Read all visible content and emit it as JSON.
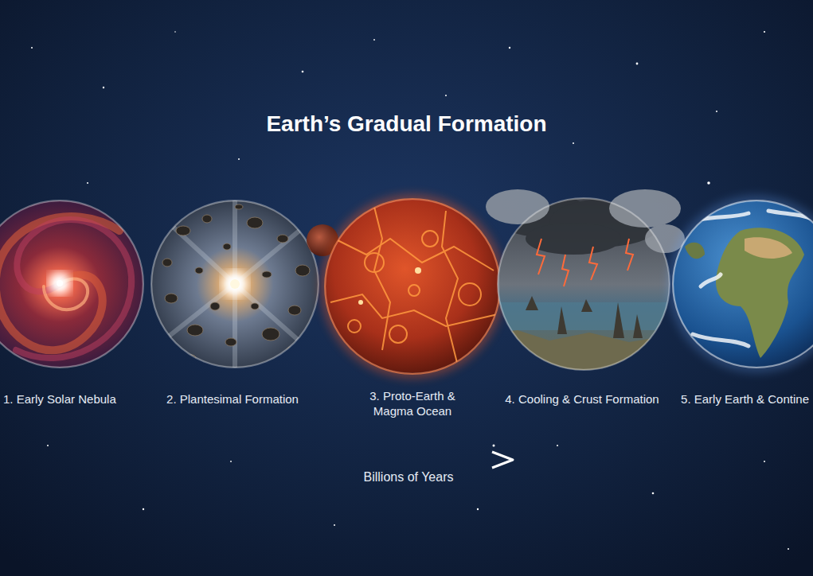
{
  "diagram": {
    "title": "Earth’s Gradual Formation",
    "nodes": [
      {
        "text": [
          "1. Early Solar Nebula"
        ]
      },
      {
        "text": [
          "2. Plantesimal Formation"
        ]
      },
      {
        "text": [
          "3. Proto-Earth & Magma Ocean"
        ]
      },
      {
        "text": [
          "4. Cooling & Crust Formation"
        ]
      },
      {
        "text": [
          "5. Early Earth & Contine"
        ]
      }
    ],
    "labels": [
      "Billions of Years"
    ]
  }
}
